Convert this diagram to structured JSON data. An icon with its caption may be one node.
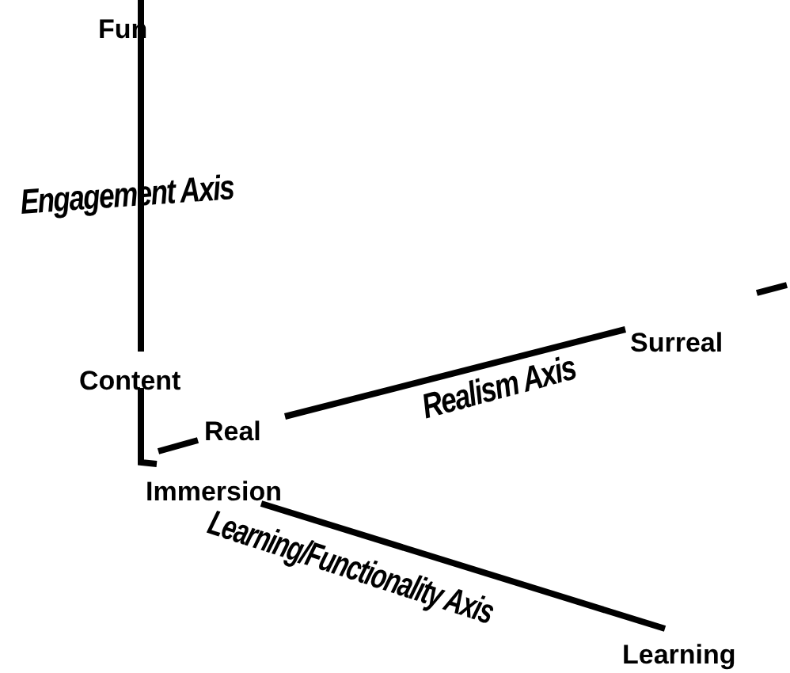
{
  "diagram": {
    "labels": [
      "Fun",
      "Engagement Axis",
      "Surreal",
      "Content",
      "Realism Axis",
      "Real",
      "Immersion",
      "Learning/Functionality Axis",
      "Learning"
    ]
  }
}
